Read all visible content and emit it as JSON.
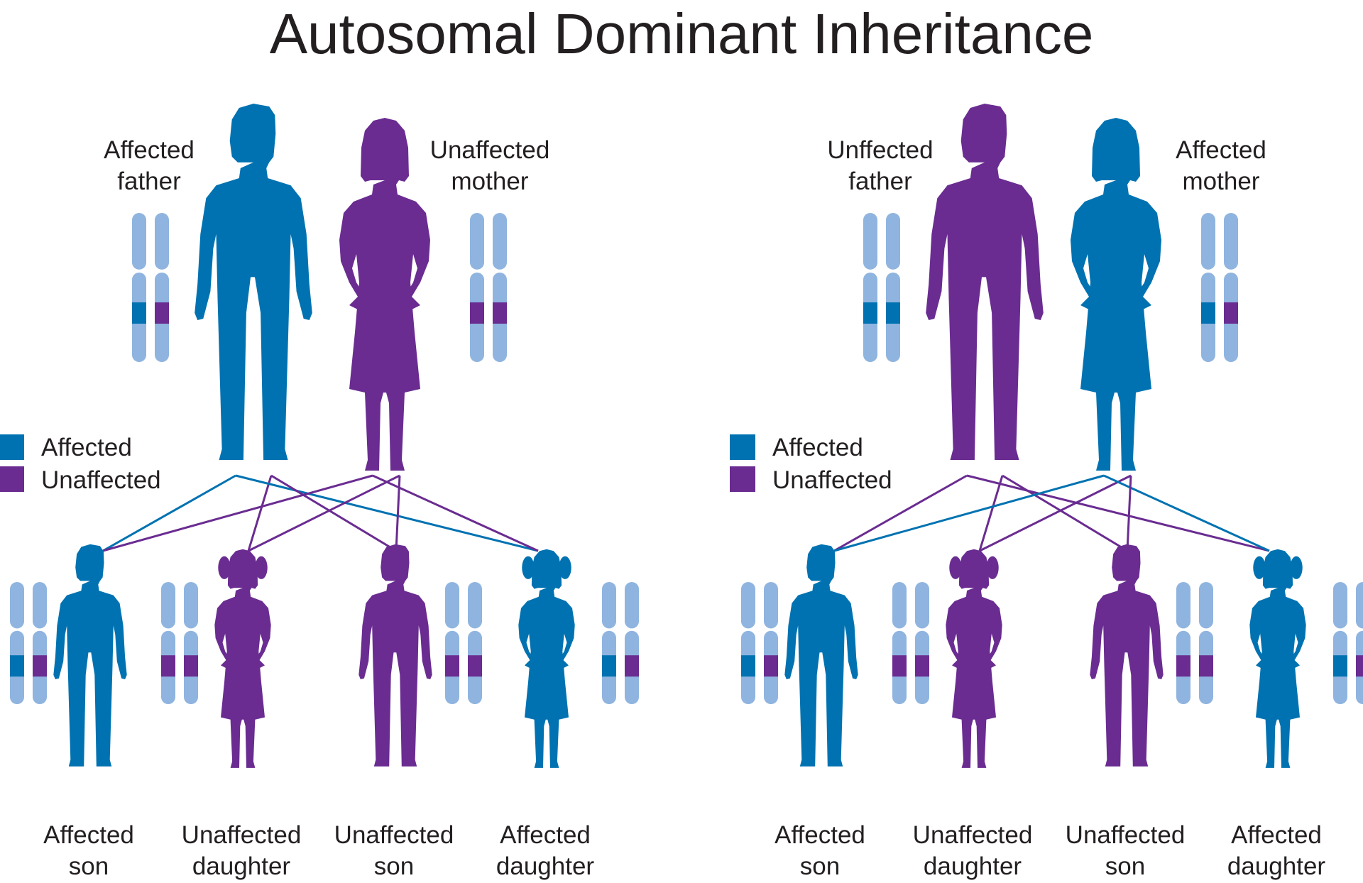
{
  "title": "Autosomal Dominant Inheritance",
  "colors": {
    "affected": "#0072b1",
    "unaffected": "#6a2c91",
    "chromosome": "#8fb4df",
    "text": "#231f20"
  },
  "legend": {
    "affected_label": "Affected",
    "unaffected_label": "Unaffected"
  },
  "panels": [
    {
      "id": "left",
      "parents": [
        {
          "sex": "male",
          "status": "affected",
          "label_line1": "Affected",
          "label_line2": "father",
          "alleles": [
            "affected",
            "unaffected"
          ]
        },
        {
          "sex": "female",
          "status": "unaffected",
          "label_line1": "Unaffected",
          "label_line2": "mother",
          "alleles": [
            "unaffected",
            "unaffected"
          ]
        }
      ],
      "children": [
        {
          "sex": "male",
          "status": "affected",
          "label_line1": "Affected",
          "label_line2": "son",
          "alleles": [
            "affected",
            "unaffected"
          ]
        },
        {
          "sex": "female",
          "status": "unaffected",
          "label_line1": "Unaffected",
          "label_line2": "daughter",
          "alleles": [
            "unaffected",
            "unaffected"
          ]
        },
        {
          "sex": "male",
          "status": "unaffected",
          "label_line1": "Unaffected",
          "label_line2": "son",
          "alleles": [
            "unaffected",
            "unaffected"
          ]
        },
        {
          "sex": "female",
          "status": "affected",
          "label_line1": "Affected",
          "label_line2": "daughter",
          "alleles": [
            "affected",
            "unaffected"
          ]
        }
      ]
    },
    {
      "id": "right",
      "parents": [
        {
          "sex": "male",
          "status": "unaffected",
          "label_line1": "Unffected",
          "label_line2": "father",
          "alleles": [
            "affected",
            "affected"
          ]
        },
        {
          "sex": "female",
          "status": "affected",
          "label_line1": "Affected",
          "label_line2": "mother",
          "alleles": [
            "affected",
            "unaffected"
          ]
        }
      ],
      "children": [
        {
          "sex": "male",
          "status": "affected",
          "label_line1": "Affected",
          "label_line2": "son",
          "alleles": [
            "affected",
            "unaffected"
          ]
        },
        {
          "sex": "female",
          "status": "unaffected",
          "label_line1": "Unaffected",
          "label_line2": "daughter",
          "alleles": [
            "unaffected",
            "unaffected"
          ]
        },
        {
          "sex": "male",
          "status": "unaffected",
          "label_line1": "Unaffected",
          "label_line2": "son",
          "alleles": [
            "unaffected",
            "unaffected"
          ]
        },
        {
          "sex": "female",
          "status": "affected",
          "label_line1": "Affected",
          "label_line2": "daughter",
          "alleles": [
            "affected",
            "unaffected"
          ]
        }
      ]
    }
  ]
}
